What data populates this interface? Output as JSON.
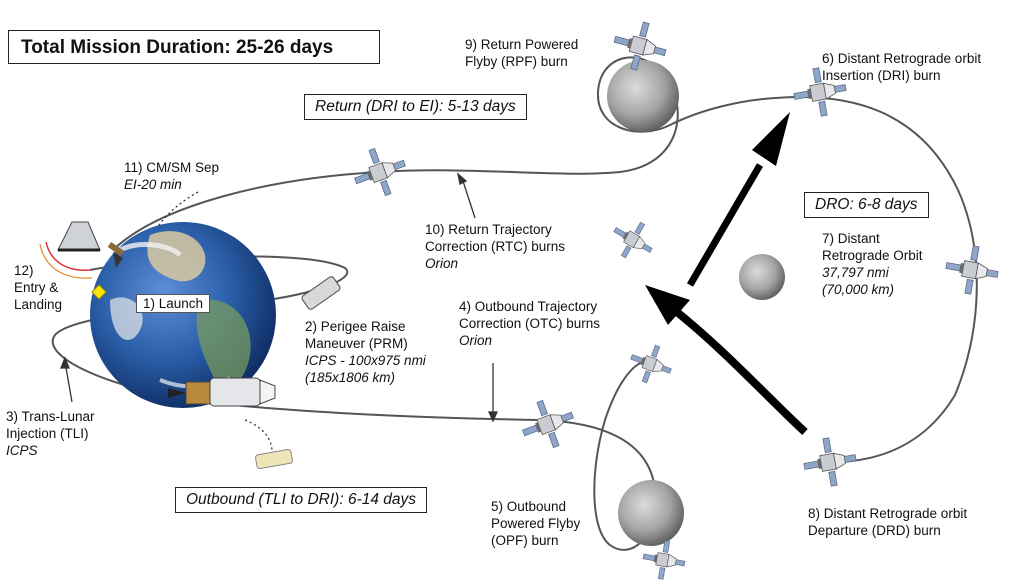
{
  "title": "Total Mission Duration: 25-26 days",
  "phases": {
    "return": "Return (DRI to EI): 5-13 days",
    "dro": "DRO: 6-8 days",
    "outbound": "Outbound (TLI to DRI): 6-14 days"
  },
  "events": {
    "launch": "1) Launch",
    "prm": {
      "l1": "2) Perigee Raise",
      "l2": "Maneuver (PRM)",
      "l3": "ICPS - 100x975 nmi",
      "l4": "(185x1806 km)"
    },
    "tli": {
      "l1": "3) Trans-Lunar",
      "l2": "Injection (TLI)",
      "l3": "ICPS"
    },
    "otc": {
      "l1": "4) Outbound Trajectory",
      "l2": "Correction (OTC) burns",
      "l3": "Orion"
    },
    "opf": {
      "l1": "5) Outbound",
      "l2": "Powered Flyby",
      "l3": "(OPF) burn"
    },
    "dri": {
      "l1": "6) Distant Retrograde orbit",
      "l2": "Insertion (DRI) burn"
    },
    "dro_orbit": {
      "l1": "7) Distant",
      "l2": "Retrograde Orbit",
      "l3": "37,797 nmi",
      "l4": "(70,000 km)"
    },
    "drd": {
      "l1": "8) Distant Retrograde orbit",
      "l2": "Departure (DRD) burn"
    },
    "rpf": {
      "l1": "9) Return Powered",
      "l2": "Flyby (RPF) burn"
    },
    "rtc": {
      "l1": "10) Return Trajectory",
      "l2": "Correction (RTC) burns",
      "l3": "Orion"
    },
    "sep": {
      "l1": "11) CM/SM Sep",
      "l2": "EI-20 min"
    },
    "entry": {
      "l1": "12)",
      "l2": "Entry &",
      "l3": "Landing"
    }
  },
  "icons": [
    "earth-icon",
    "moon-icon",
    "orion-spacecraft-icon",
    "icps-stage-icon",
    "crew-capsule-icon"
  ],
  "colors": {
    "trajectory": "#555555",
    "arrow": "#000000",
    "earth_ocean": "#2a5ea8",
    "moon": "#9a9a9a"
  }
}
